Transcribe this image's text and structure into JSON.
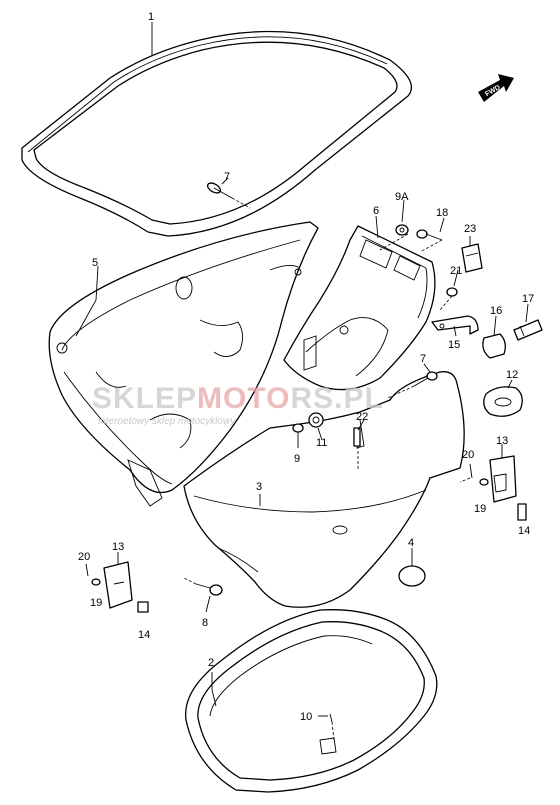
{
  "diagram": {
    "fwd_label": "FWD",
    "watermark": {
      "brand_part1": "SKLEP",
      "brand_part2": "MOTO",
      "brand_part3": "RS",
      "domain": ".PL",
      "tagline": "internetowy sklep motocyklowy"
    },
    "labels": {
      "p1": "1",
      "p2": "2",
      "p3": "3",
      "p4": "4",
      "p5": "5",
      "p6": "6",
      "p7a": "7",
      "p7b": "7",
      "p8": "8",
      "p9": "9",
      "p9a": "9A",
      "p10": "10",
      "p11": "11",
      "p12": "12",
      "p13a": "13",
      "p13b": "13",
      "p14a": "14",
      "p14b": "14",
      "p15": "15",
      "p16": "16",
      "p17": "17",
      "p18": "18",
      "p19a": "19",
      "p19b": "19",
      "p20a": "20",
      "p20b": "20",
      "p21": "21",
      "p22": "22",
      "p23": "23"
    }
  }
}
